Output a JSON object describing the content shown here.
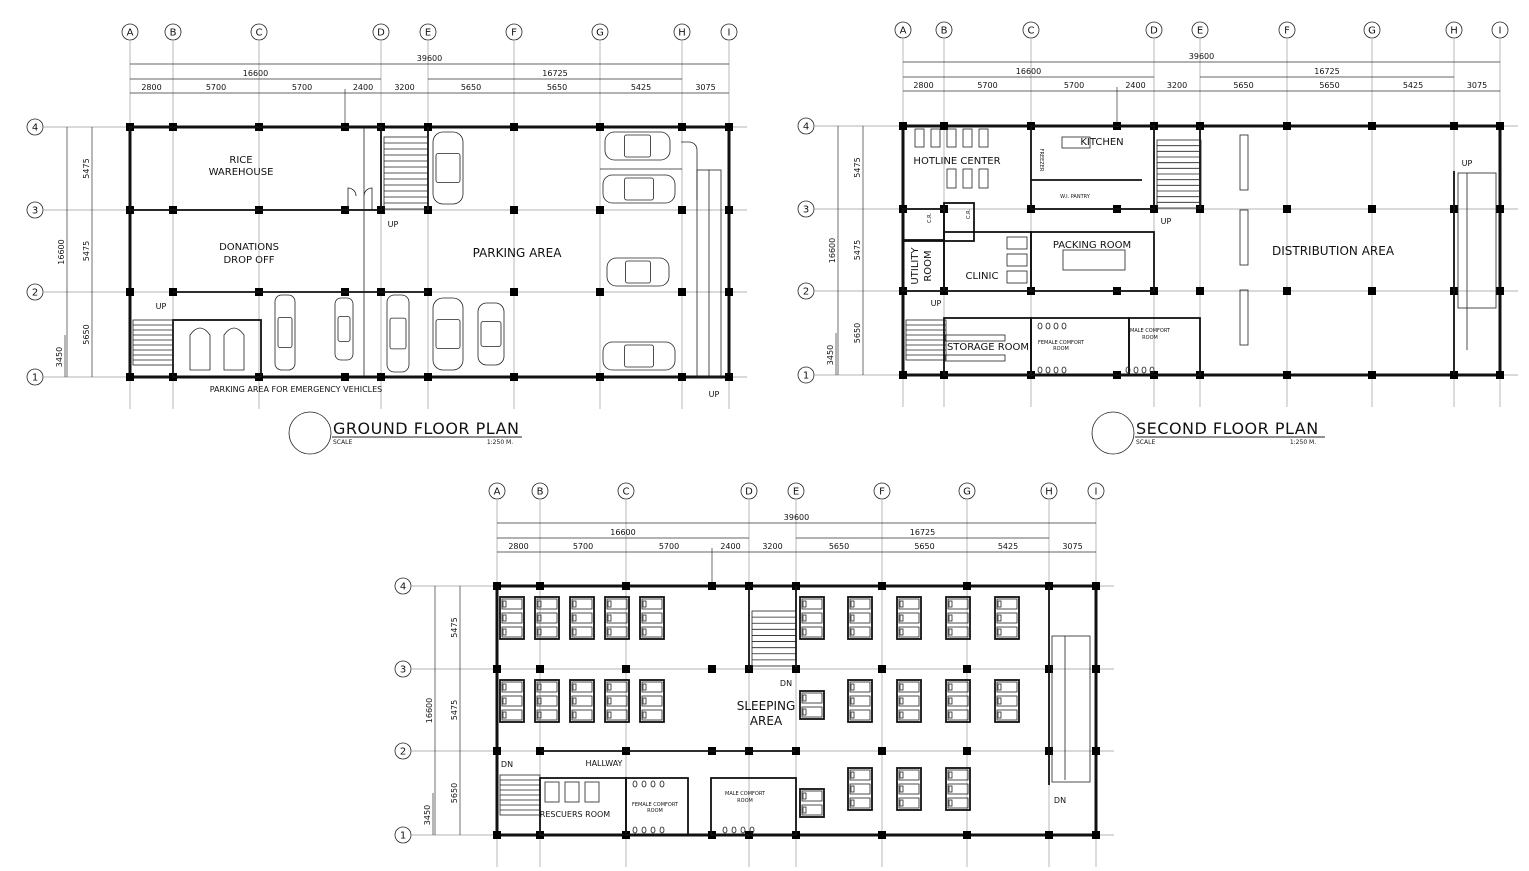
{
  "grid": {
    "columns": [
      "A",
      "B",
      "C",
      "D",
      "E",
      "F",
      "G",
      "H",
      "I"
    ],
    "rows": [
      "4",
      "3",
      "2",
      "1"
    ],
    "total_width": "39600",
    "left_group": "16600",
    "right_group": "16725",
    "bays": [
      "2800",
      "5700",
      "5700",
      "2400",
      "3200",
      "5650",
      "5650",
      "5425",
      "3075"
    ],
    "total_depth": "16600",
    "row_spans": [
      "5475",
      "5475",
      "5650"
    ],
    "sub_span": "3450"
  },
  "plans": {
    "ground": {
      "title": "GROUND FLOOR PLAN",
      "scale_label": "SCALE",
      "scale": "1:250 M.",
      "labels": {
        "rice1": "RICE",
        "rice2": "WAREHOUSE",
        "don1": "DONATIONS",
        "don2": "DROP OFF",
        "parking": "PARKING AREA",
        "emergency": "PARKING AREA FOR EMERGENCY VEHICLES",
        "up1": "UP",
        "up2": "UP",
        "up3": "UP"
      }
    },
    "second": {
      "title": "SECOND FLOOR PLAN",
      "scale_label": "SCALE",
      "scale": "1:250 M.",
      "labels": {
        "hotline": "HOTLINE CENTER",
        "kitchen": "KITCHEN",
        "pantry": "W.I. PANTRY",
        "freezer": "FREEZER",
        "packing": "PACKING ROOM",
        "clinic": "CLINIC",
        "utility1": "UTILITY",
        "utility2": "ROOM",
        "cr1": "C.R.",
        "cr2": "C.R.",
        "distribution": "DISTRIBUTION AREA",
        "storage": "STORAGE ROOM",
        "female1": "FEMALE COMFORT",
        "female2": "ROOM",
        "male1": "MALE COMFORT",
        "male2": "ROOM",
        "up1": "UP",
        "up2": "UP",
        "up3": "UP"
      }
    },
    "third": {
      "labels": {
        "sleep1": "SLEEPING",
        "sleep2": "AREA",
        "hallway": "HALLWAY",
        "rescuers": "RESCUERS ROOM",
        "female1": "FEMALE COMFORT",
        "female2": "ROOM",
        "male1": "MALE COMFORT",
        "male2": "ROOM",
        "dn1": "DN",
        "dn2": "DN",
        "dn3": "DN"
      }
    }
  }
}
